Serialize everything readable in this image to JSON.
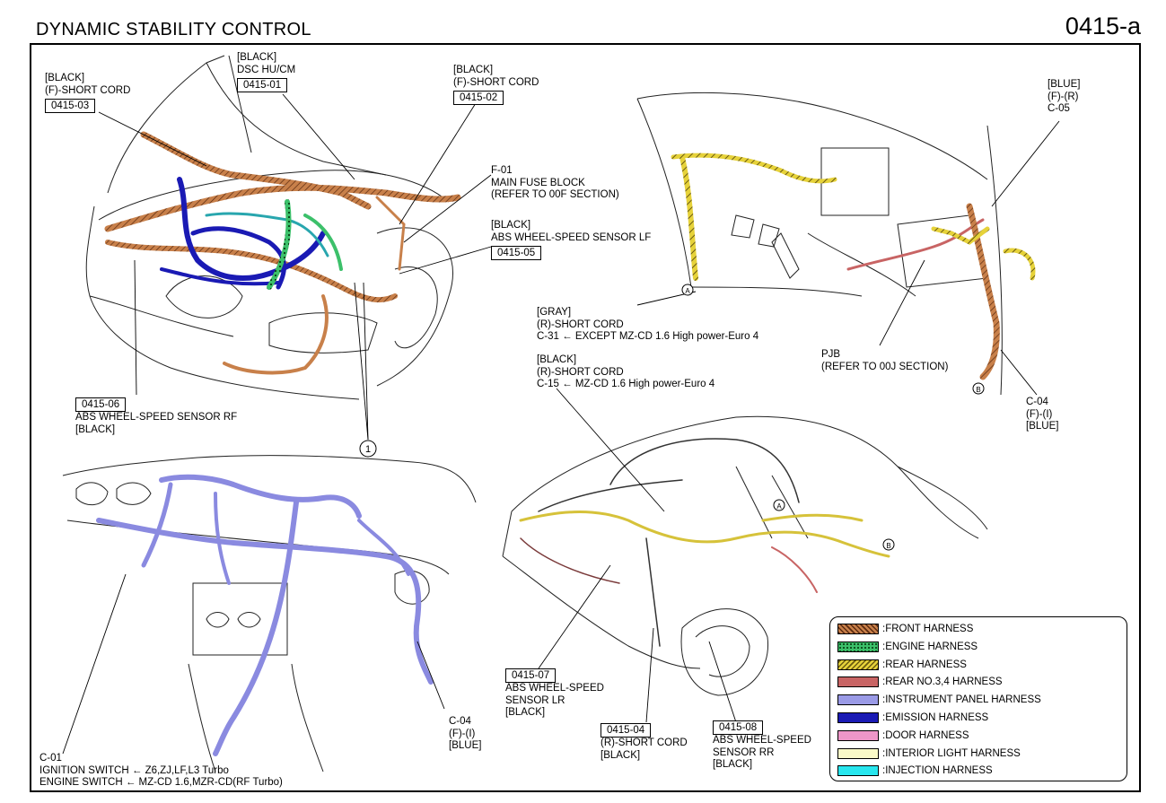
{
  "header": {
    "title": "DYNAMIC STABILITY CONTROL",
    "code": "0415-a"
  },
  "labels": {
    "l0415_03": {
      "color": "[BLACK]",
      "name": "(F)-SHORT CORD",
      "code": "0415-03"
    },
    "l0415_01": {
      "color": "[BLACK]",
      "name": "DSC HU/CM",
      "code": "0415-01"
    },
    "l0415_02": {
      "color": "[BLACK]",
      "name": "(F)-SHORT CORD",
      "code": "0415-02"
    },
    "f01": {
      "line1": "F-01",
      "line2": "MAIN FUSE BLOCK",
      "line3": "(REFER TO 00F SECTION)"
    },
    "l0415_05": {
      "color": "[BLACK]",
      "name": "ABS WHEEL-SPEED SENSOR LF",
      "code": "0415-05"
    },
    "l0415_06": {
      "code": "0415-06",
      "name": "ABS WHEEL-SPEED SENSOR RF",
      "color": "[BLACK]"
    },
    "ref1": "1",
    "c05": {
      "color": "[BLUE]",
      "name": "(F)-(R)",
      "code": "C-05"
    },
    "c31": {
      "color": "[GRAY]",
      "name": "(R)-SHORT CORD",
      "code": "C-31",
      "note": "EXCEPT MZ-CD 1.6 High power-Euro 4"
    },
    "c15": {
      "color": "[BLACK]",
      "name": "(R)-SHORT CORD",
      "code": "C-15",
      "note": "MZ-CD 1.6 High power-Euro 4"
    },
    "pjb": {
      "line1": "PJB",
      "line2": "(REFER TO 00J SECTION)"
    },
    "c04_right": {
      "code": "C-04",
      "name": "(F)-(I)",
      "color": "[BLUE]"
    },
    "c04_bottom": {
      "code": "C-04",
      "name": "(F)-(I)",
      "color": "[BLUE]"
    },
    "c01": {
      "code": "C-01",
      "line1": "IGNITION SWITCH",
      "note1": "Z6,ZJ,LF,L3 Turbo",
      "line2": "ENGINE SWITCH",
      "note2": "MZ-CD 1.6,MZR-CD(RF Turbo)"
    },
    "l0415_07": {
      "code": "0415-07",
      "line1": "ABS WHEEL-SPEED",
      "line2": "SENSOR LR",
      "color": "[BLACK]"
    },
    "l0415_04": {
      "code": "0415-04",
      "name": "(R)-SHORT CORD",
      "color": "[BLACK]"
    },
    "l0415_08": {
      "code": "0415-08",
      "line1": "ABS WHEEL-SPEED",
      "line2": "SENSOR RR",
      "color": "[BLACK]"
    },
    "markA1": "A",
    "markB1": "B",
    "markA2": "A",
    "markB2": "B"
  },
  "legend": [
    {
      "label": ":FRONT HARNESS",
      "color": "#c8804a"
    },
    {
      "label": ":ENGINE HARNESS",
      "color": "#3cc06a"
    },
    {
      "label": ":REAR HARNESS",
      "color": "#e6d23a"
    },
    {
      "label": ":REAR NO.3,4 HARNESS",
      "color": "#c86464"
    },
    {
      "label": ":INSTRUMENT PANEL HARNESS",
      "color": "#9a9ae6"
    },
    {
      "label": ":EMISSION HARNESS",
      "color": "#1a1ab4"
    },
    {
      "label": ":DOOR HARNESS",
      "color": "#ee96c8"
    },
    {
      "label": ":INTERIOR LIGHT HARNESS",
      "color": "#fafac8"
    },
    {
      "label": ":INJECTION HARNESS",
      "color": "#28e6ee"
    }
  ]
}
